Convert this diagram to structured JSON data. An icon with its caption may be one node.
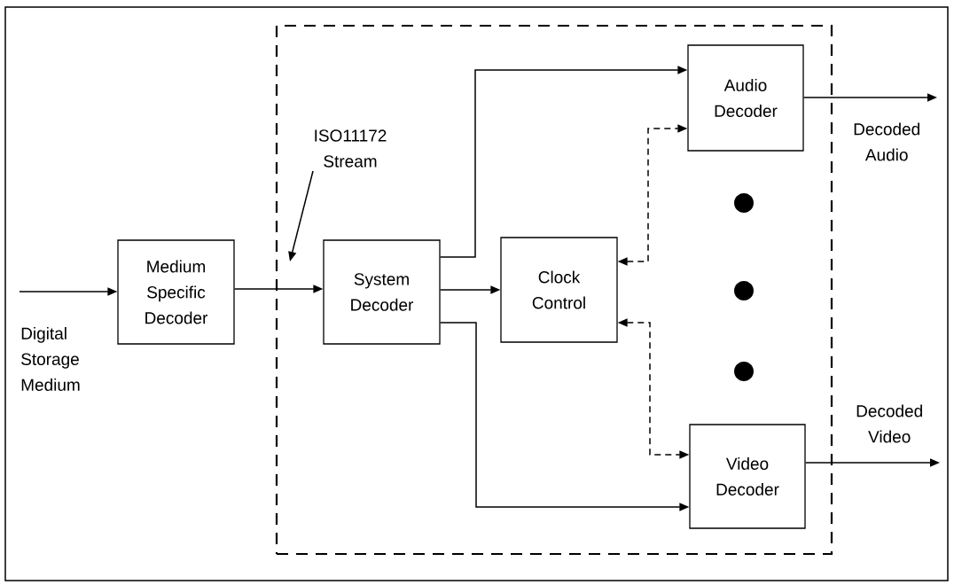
{
  "diagram": {
    "nodes": [
      {
        "text": [],
        "shape": "box"
      },
      {
        "text": [
          "Medium Specific Decoder"
        ]
      },
      {
        "text": [
          "ISO11172 Stream"
        ],
        "in": 0
      },
      {
        "text": [
          "System Decoder"
        ],
        "in": 0
      },
      {
        "text": [
          "Clock Control"
        ],
        "in": 0
      },
      {
        "text": [
          "Audio Decoder"
        ],
        "in": 0
      },
      {
        "text": [
          "Video Decoder"
        ],
        "in": 0
      }
    ],
    "edges": [
      {
        "from": null,
        "to": 1,
        "arrow": "to"
      },
      {
        "from": 1,
        "to": 3,
        "arrow": "to"
      },
      {
        "from": 2,
        "to": null,
        "arrow": "to"
      },
      {
        "from": 3,
        "to": 5,
        "arrow": "to"
      },
      {
        "from": 3,
        "to": 4,
        "arrow": "to"
      },
      {
        "from": 3,
        "to": 6,
        "arrow": "to"
      },
      {
        "from": 4,
        "to": 5,
        "arrow": "both",
        "style": "dashed"
      },
      {
        "from": 4,
        "to": 6,
        "arrow": "both",
        "style": "dashed"
      },
      {
        "from": 5,
        "to": null,
        "arrow": "to"
      },
      {
        "from": 6,
        "to": null,
        "arrow": "to"
      }
    ],
    "labels": [
      "Digital Storage Medium",
      "Decoded Audio",
      "Decoded Video"
    ]
  }
}
